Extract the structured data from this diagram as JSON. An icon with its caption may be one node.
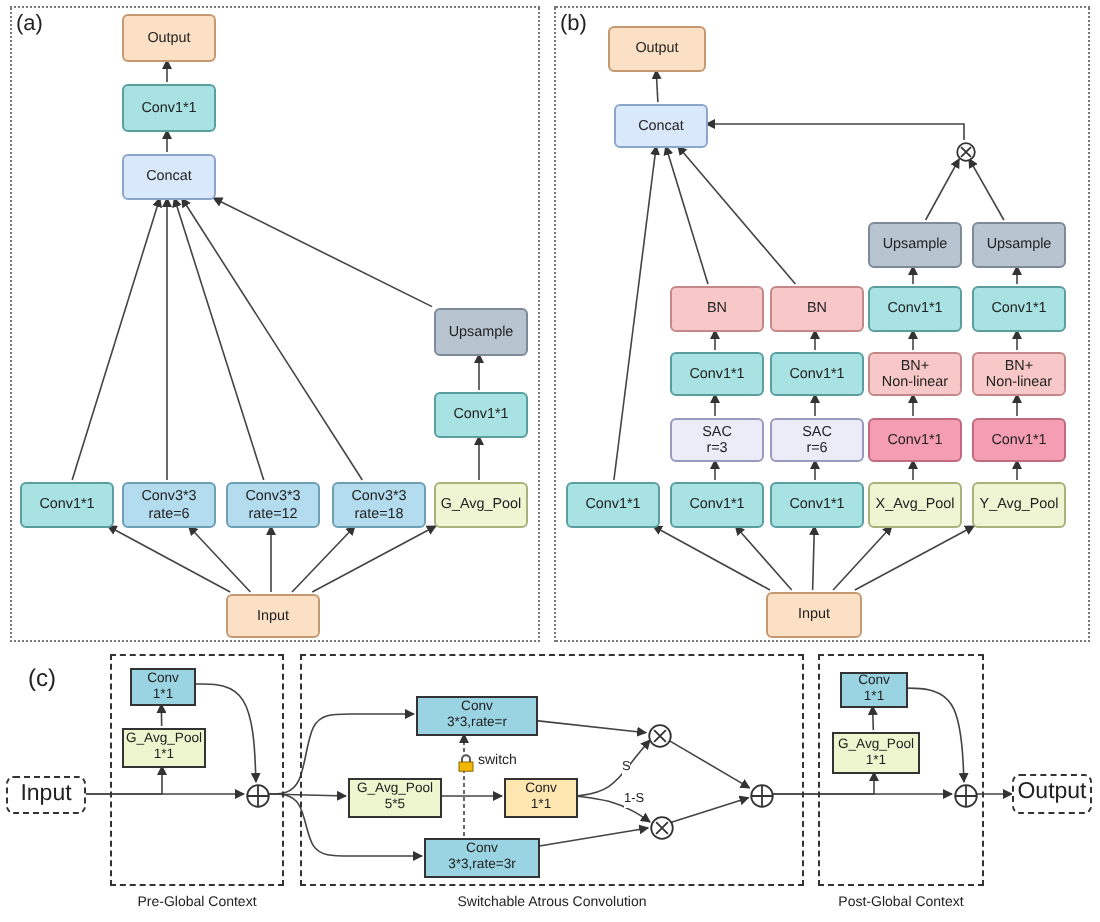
{
  "diagram": {
    "nodes": [
      {
        "text": [
          "(a)"
        ]
      },
      {
        "text": [
          "Output"
        ],
        "in": 0
      },
      {
        "text": [
          "Conv1*1"
        ],
        "in": 0
      },
      {
        "text": [
          "Concat"
        ],
        "in": 0
      },
      {
        "text": [
          "Upsample"
        ],
        "in": 0
      },
      {
        "text": [
          "Conv1*1"
        ],
        "in": 0
      },
      {
        "text": [
          "Conv1*1"
        ],
        "in": 0
      },
      {
        "text": [
          "Conv3*3 rate=6"
        ],
        "in": 0
      },
      {
        "text": [
          "Conv3*3 rate=12"
        ],
        "in": 0
      },
      {
        "text": [
          "Conv3*3 rate=18"
        ],
        "in": 0
      },
      {
        "text": [
          "G_Avg_Pool"
        ],
        "in": 0
      },
      {
        "text": [
          "Input"
        ],
        "in": 0
      },
      {
        "text": [
          "(b)"
        ]
      },
      {
        "text": [
          "Output"
        ],
        "in": 12
      },
      {
        "text": [
          "Concat"
        ],
        "in": 12
      },
      {
        "text": [],
        "shape": "circle",
        "in": 12
      },
      {
        "text": [
          "Upsample"
        ],
        "in": 12
      },
      {
        "text": [
          "Upsample"
        ],
        "in": 12
      },
      {
        "text": [
          "BN"
        ],
        "in": 12
      },
      {
        "text": [
          "BN"
        ],
        "in": 12
      },
      {
        "text": [
          "Conv1*1"
        ],
        "in": 12
      },
      {
        "text": [
          "Conv1*1"
        ],
        "in": 12
      },
      {
        "text": [
          "Conv1*1"
        ],
        "in": 12
      },
      {
        "text": [
          "Conv1*1"
        ],
        "in": 12
      },
      {
        "text": [
          "BN+ Non-linear"
        ],
        "in": 12
      },
      {
        "text": [
          "BN+ Non-linear"
        ],
        "in": 12
      },
      {
        "text": [
          "SAC r=3"
        ],
        "in": 12
      },
      {
        "text": [
          "SAC r=6"
        ],
        "in": 12
      },
      {
        "text": [
          "Conv1*1"
        ],
        "in": 12
      },
      {
        "text": [
          "Conv1*1"
        ],
        "in": 12
      },
      {
        "text": [
          "Conv1*1"
        ],
        "in": 12
      },
      {
        "text": [
          "Conv1*1"
        ],
        "in": 12
      },
      {
        "text": [
          "Conv1*1"
        ],
        "in": 12
      },
      {
        "text": [
          "X_Avg_Pool"
        ],
        "in": 12
      },
      {
        "text": [
          "Y_Avg_Pool"
        ],
        "in": 12
      },
      {
        "text": [
          "Input"
        ],
        "in": 12
      },
      {
        "text": [
          "Input"
        ]
      },
      {
        "text": [
          "Pre-Global Context"
        ]
      },
      {
        "text": [
          "Conv 1*1"
        ],
        "in": 37
      },
      {
        "text": [
          "G_Avg_Pool 1*1"
        ],
        "in": 37
      },
      {
        "text": [],
        "shape": "circle",
        "in": 37
      },
      {
        "text": [
          "Switchable Atrous Convolution"
        ]
      },
      {
        "text": [
          "Conv 3*3,rate=r"
        ],
        "in": 41
      },
      {
        "text": [],
        "shape": "lock",
        "beside": [
          "switch"
        ],
        "in": 41
      },
      {
        "text": [
          "G_Avg_Pool 5*5"
        ],
        "in": 41
      },
      {
        "text": [
          "Conv 1*1"
        ],
        "in": 41
      },
      {
        "text": [
          "Conv 3*3,rate=3r"
        ],
        "in": 41
      },
      {
        "text": [],
        "shape": "circle",
        "in": 41
      },
      {
        "text": [],
        "shape": "circle",
        "in": 41
      },
      {
        "text": [],
        "shape": "circle",
        "in": 41
      },
      {
        "text": [
          "Post-Global Context"
        ]
      },
      {
        "text": [
          "Conv 1*1"
        ],
        "in": 50
      },
      {
        "text": [
          "G_Avg_Pool 1*1"
        ],
        "in": 50
      },
      {
        "text": [],
        "shape": "circle",
        "in": 50
      },
      {
        "text": [
          "Output"
        ]
      }
    ],
    "edges": [
      {
        "from": 2,
        "to": 1,
        "arrow": "to"
      },
      {
        "from": 3,
        "to": 2,
        "arrow": "to"
      },
      {
        "from": 6,
        "to": 3,
        "arrow": "to"
      },
      {
        "from": 7,
        "to": 3,
        "arrow": "to"
      },
      {
        "from": 8,
        "to": 3,
        "arrow": "to"
      },
      {
        "from": 9,
        "to": 3,
        "arrow": "to"
      },
      {
        "from": 4,
        "to": 3,
        "arrow": "to"
      },
      {
        "from": 5,
        "to": 4,
        "arrow": "to"
      },
      {
        "from": 10,
        "to": 5,
        "arrow": "to"
      },
      {
        "from": 11,
        "to": 6,
        "arrow": "to"
      },
      {
        "from": 11,
        "to": 7,
        "arrow": "to"
      },
      {
        "from": 11,
        "to": 8,
        "arrow": "to"
      },
      {
        "from": 11,
        "to": 9,
        "arrow": "to"
      },
      {
        "from": 11,
        "to": 10,
        "arrow": "to"
      },
      {
        "from": 14,
        "to": 13,
        "arrow": "to"
      },
      {
        "from": 30,
        "to": 14,
        "arrow": "to"
      },
      {
        "from": 18,
        "to": 14,
        "arrow": "to"
      },
      {
        "from": 19,
        "to": 14,
        "arrow": "to"
      },
      {
        "from": 15,
        "to": 14,
        "arrow": "to"
      },
      {
        "from": 16,
        "to": 15,
        "arrow": "to"
      },
      {
        "from": 17,
        "to": 15,
        "arrow": "to"
      },
      {
        "from": 20,
        "to": 16,
        "arrow": "to"
      },
      {
        "from": 21,
        "to": 17,
        "arrow": "to"
      },
      {
        "from": 24,
        "to": 20,
        "arrow": "to"
      },
      {
        "from": 25,
        "to": 21,
        "arrow": "to"
      },
      {
        "from": 28,
        "to": 24,
        "arrow": "to"
      },
      {
        "from": 29,
        "to": 25,
        "arrow": "to"
      },
      {
        "from": 33,
        "to": 28,
        "arrow": "to"
      },
      {
        "from": 34,
        "to": 29,
        "arrow": "to"
      },
      {
        "from": 22,
        "to": 18,
        "arrow": "to"
      },
      {
        "from": 23,
        "to": 19,
        "arrow": "to"
      },
      {
        "from": 26,
        "to": 22,
        "arrow": "to"
      },
      {
        "from": 27,
        "to": 23,
        "arrow": "to"
      },
      {
        "from": 31,
        "to": 26,
        "arrow": "to"
      },
      {
        "from": 32,
        "to": 27,
        "arrow": "to"
      },
      {
        "from": 35,
        "to": 30,
        "arrow": "to"
      },
      {
        "from": 35,
        "to": 31,
        "arrow": "to"
      },
      {
        "from": 35,
        "to": 32,
        "arrow": "to"
      },
      {
        "from": 35,
        "to": 33,
        "arrow": "to"
      },
      {
        "from": 35,
        "to": 34,
        "arrow": "to"
      },
      {
        "from": 36,
        "to": 40,
        "arrow": "to"
      },
      {
        "from": 36,
        "to": 39,
        "arrow": "to"
      },
      {
        "from": 39,
        "to": 38,
        "arrow": "to"
      },
      {
        "from": 38,
        "to": 40,
        "arrow": "to"
      },
      {
        "from": 40,
        "to": 42,
        "arrow": "to"
      },
      {
        "from": 40,
        "to": 44,
        "arrow": "to"
      },
      {
        "from": 40,
        "to": 46,
        "arrow": "to"
      },
      {
        "from": 44,
        "to": 45,
        "arrow": "to"
      },
      {
        "from": 46,
        "to": 43,
        "arrow": "none",
        "style": "dashed"
      },
      {
        "from": 43,
        "to": 42,
        "arrow": "to",
        "style": "dashed"
      },
      {
        "from": 42,
        "to": 47,
        "arrow": "to"
      },
      {
        "from": 45,
        "to": 47,
        "arrow": "to",
        "label": "S"
      },
      {
        "from": 45,
        "to": 48,
        "arrow": "to",
        "label": "1-S"
      },
      {
        "from": 46,
        "to": 48,
        "arrow": "to"
      },
      {
        "from": 47,
        "to": 49,
        "arrow": "to"
      },
      {
        "from": 48,
        "to": 49,
        "arrow": "to"
      },
      {
        "from": 49,
        "to": 53,
        "arrow": "to"
      },
      {
        "from": 49,
        "to": 52,
        "arrow": "to"
      },
      {
        "from": 52,
        "to": 51,
        "arrow": "to"
      },
      {
        "from": 51,
        "to": 53,
        "arrow": "to"
      },
      {
        "from": 53,
        "to": 54,
        "arrow": "to"
      }
    ],
    "labels": [
      "(c)"
    ]
  }
}
